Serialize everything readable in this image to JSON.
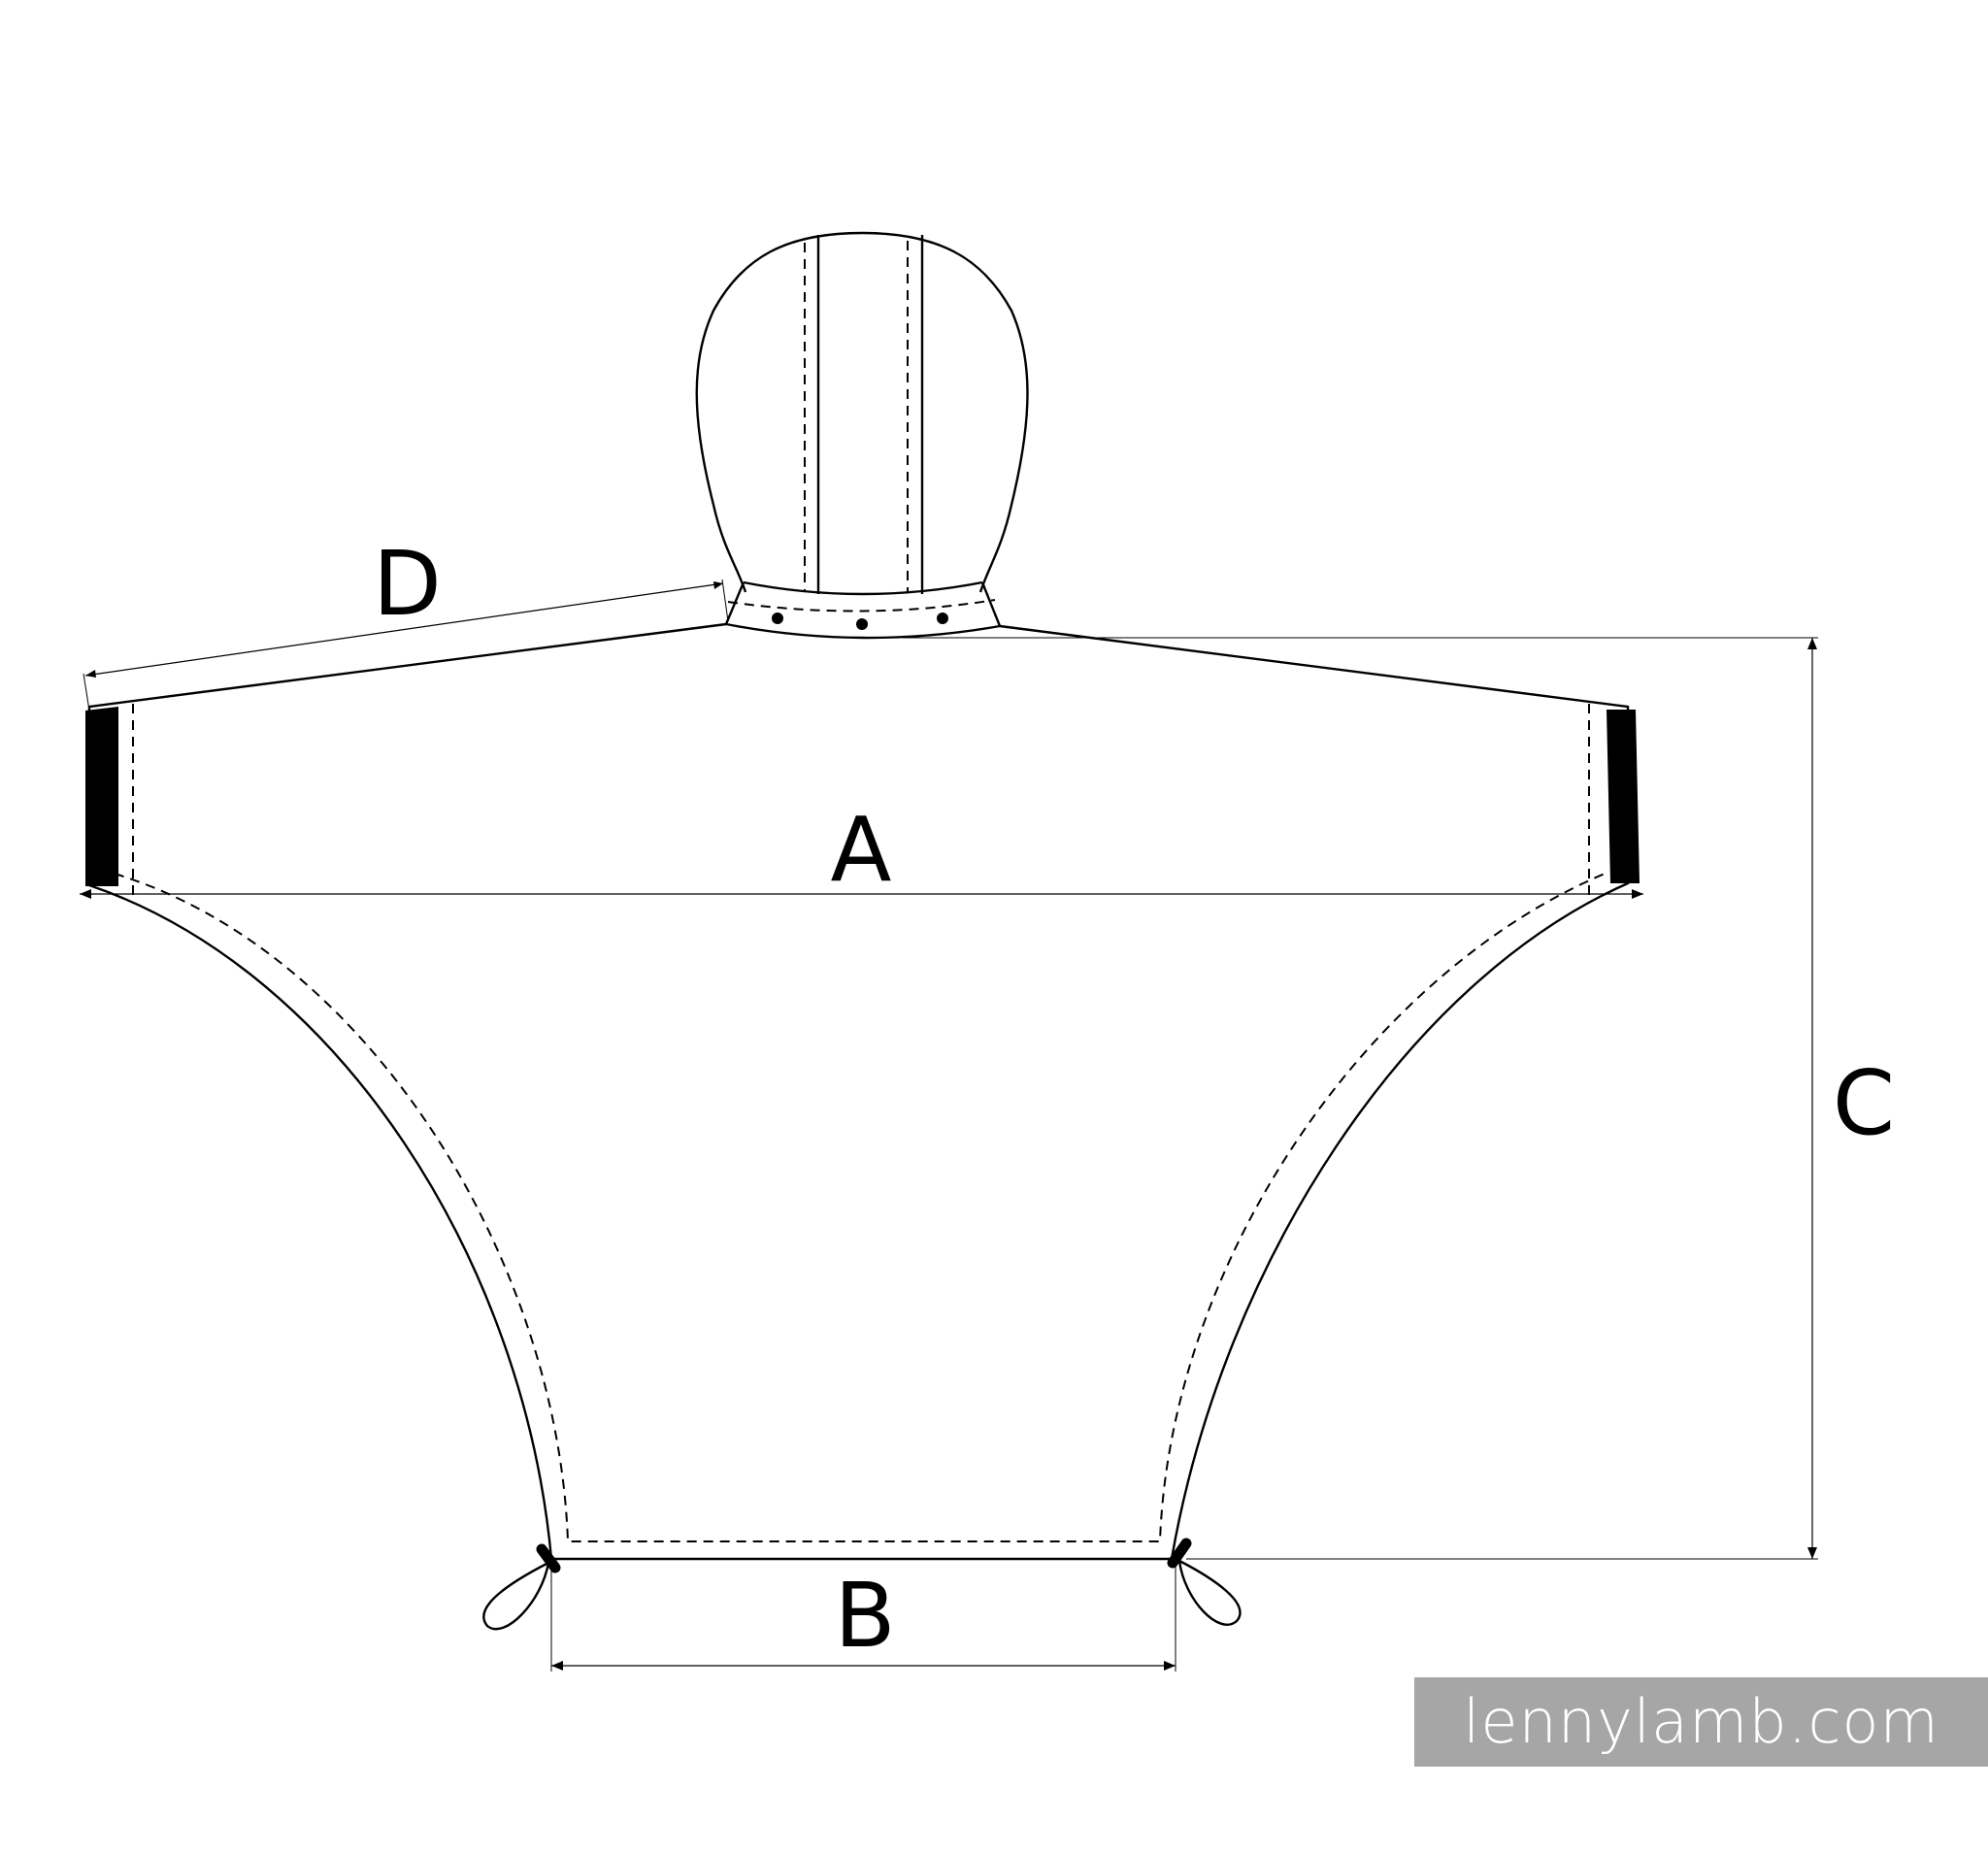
{
  "diagram": {
    "labels": {
      "a": "A",
      "b": "B",
      "c": "C",
      "d": "D"
    }
  },
  "watermark": {
    "text": "lennylamb.com"
  },
  "colors": {
    "line": "#000000",
    "background": "#ffffff",
    "watermark_bg": "#a6a6a6",
    "watermark_text": "#ffffff"
  }
}
